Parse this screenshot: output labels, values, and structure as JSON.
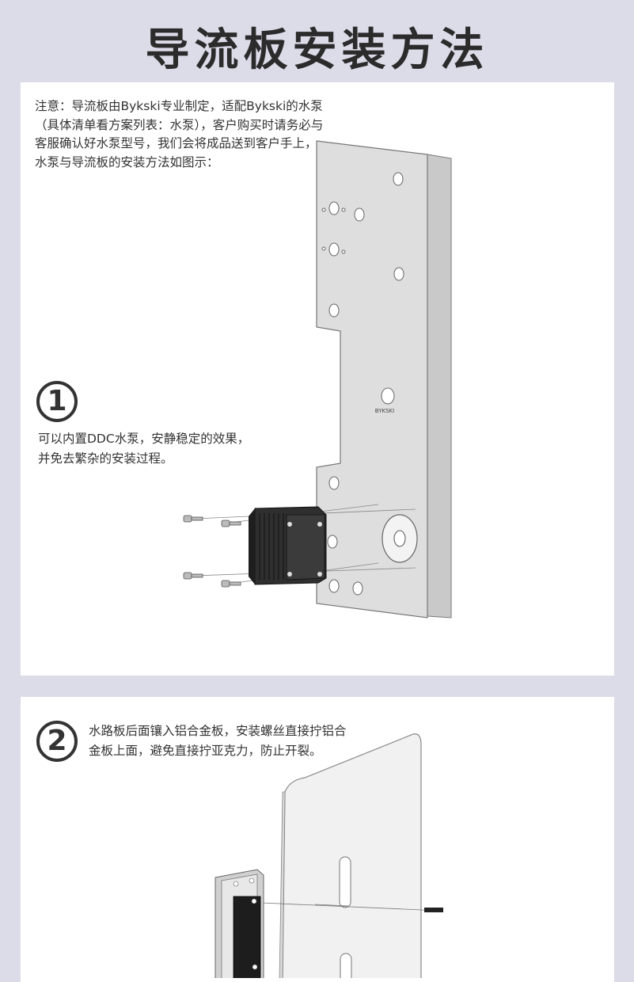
{
  "page": {
    "title": "导流板安装方法"
  },
  "section1": {
    "note": "注意：导流板由Bykski专业制定，适配Bykski的水泵（具体清单看方案列表：水泵），客户购买时请务必与客服确认好水泵型号，我们会将成品送到客户手上，水泵与导流板的安装方法如图示：",
    "step_number": "1",
    "step_text_line1": "可以内置DDC水泵，安静稳定的效果，",
    "step_text_line2": "并免去繁杂的安装过程。",
    "plate_logo": "BYKSKI"
  },
  "section2": {
    "step_number": "2",
    "step_text_line1": "水路板后面镶入铝合金板，安装螺丝直接拧铝合",
    "step_text_line2": "金板上面，避免直接拧亚克力，防止开裂。"
  },
  "colors": {
    "background": "#dcdbe8",
    "card": "#ffffff",
    "plate": "#dcdcdc",
    "pump": "#2a2a2a"
  }
}
